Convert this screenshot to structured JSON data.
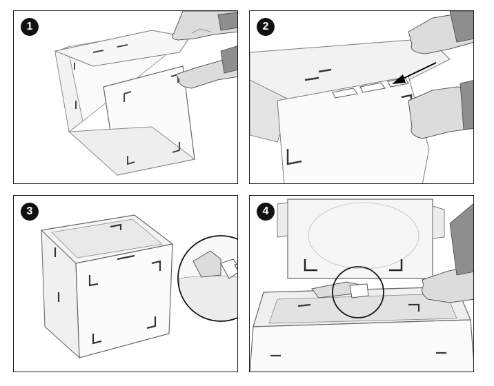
{
  "steps": [
    {
      "number": "1"
    },
    {
      "number": "2"
    },
    {
      "number": "3"
    },
    {
      "number": "4"
    }
  ]
}
